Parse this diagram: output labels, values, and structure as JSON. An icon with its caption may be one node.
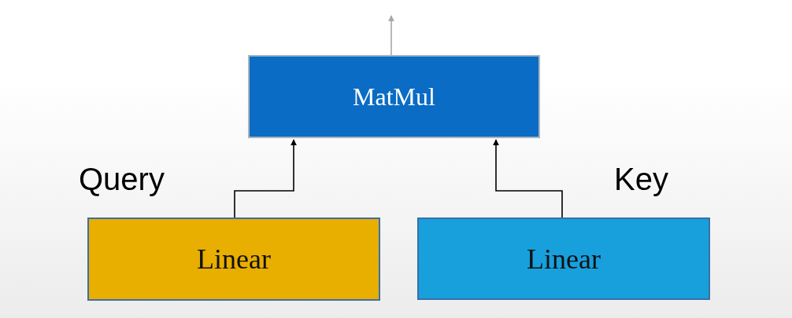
{
  "diagram": {
    "nodes": [
      {
        "text": [
          "MatMul"
        ]
      },
      {
        "text": [
          "Linear"
        ],
        "beside": [
          "Query"
        ]
      },
      {
        "text": [
          "Linear"
        ],
        "beside": [
          "Key"
        ]
      }
    ],
    "edges": [
      {
        "from": 1,
        "to": 0,
        "arrow": "to"
      },
      {
        "from": 2,
        "to": 0,
        "arrow": "to"
      },
      {
        "from": 0,
        "to": null,
        "arrow": "to",
        "color": "#a8a8a8"
      }
    ]
  }
}
